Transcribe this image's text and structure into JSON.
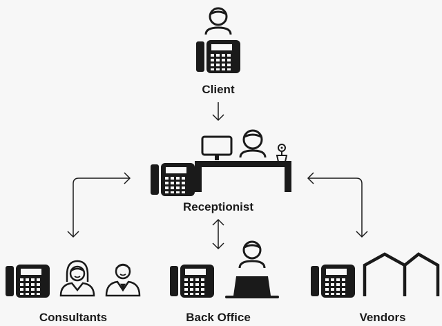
{
  "nodes": {
    "client": {
      "label": "Client"
    },
    "receptionist": {
      "label": "Receptionist"
    },
    "consultants": {
      "label": "Consultants"
    },
    "back_office": {
      "label": "Back Office"
    },
    "vendors": {
      "label": "Vendors"
    }
  },
  "edges": [
    {
      "from": "client",
      "to": "receptionist",
      "direction": "one-way"
    },
    {
      "from": "consultants",
      "to": "receptionist",
      "direction": "two-way"
    },
    {
      "from": "receptionist",
      "to": "back_office",
      "direction": "two-way"
    },
    {
      "from": "vendors",
      "to": "receptionist",
      "direction": "two-way"
    }
  ],
  "colors": {
    "ink": "#1a1a1a",
    "background": "#f7f7f7"
  },
  "icons": {
    "client": [
      "person-icon",
      "desk-phone-icon"
    ],
    "receptionist": [
      "desk-phone-icon",
      "monitor-icon",
      "person-icon",
      "flower-pot-icon",
      "desk-icon"
    ],
    "consultants": [
      "desk-phone-icon",
      "woman-icon",
      "man-icon"
    ],
    "back_office": [
      "desk-phone-icon",
      "person-icon",
      "laptop-icon"
    ],
    "vendors": [
      "desk-phone-icon",
      "building-icon"
    ]
  }
}
